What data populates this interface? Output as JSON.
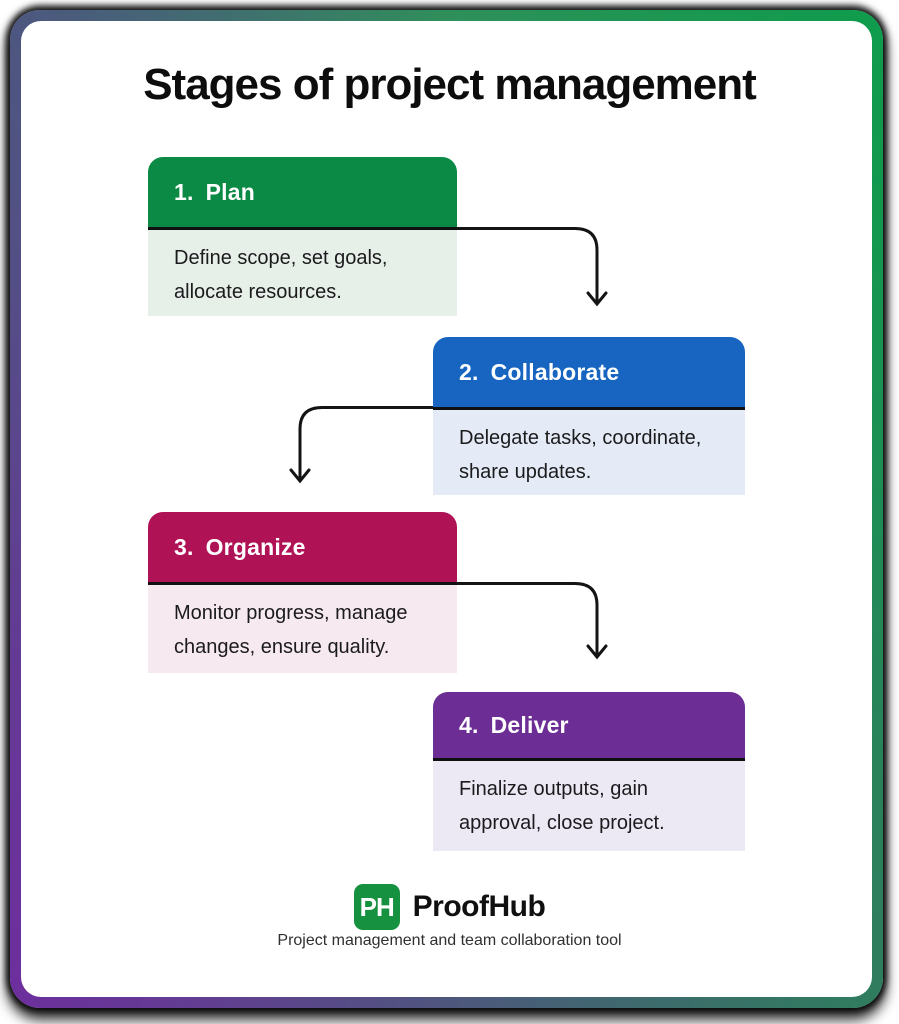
{
  "title": "Stages of project management",
  "stages": [
    {
      "number": "1.",
      "label": "Plan",
      "description": "Define scope, set goals, allocate resources.",
      "header_color": "#0A8A44",
      "body_color": "#E7EFE9"
    },
    {
      "number": "2.",
      "label": "Collaborate",
      "description": "Delegate tasks, coordinate, share updates.",
      "header_color": "#1765C1",
      "body_color": "#E4EBF6"
    },
    {
      "number": "3.",
      "label": "Organize",
      "description": "Monitor progress, manage changes, ensure quality.",
      "header_color": "#B01355",
      "body_color": "#F6E9EF"
    },
    {
      "number": "4.",
      "label": "Deliver",
      "description": "Finalize outputs, gain approval, close project.",
      "header_color": "#6C2E94",
      "body_color": "#ECE8F4"
    }
  ],
  "footer": {
    "logo_monogram": "PH",
    "logo_text": "ProofHub",
    "tagline": "Project management and team collaboration tool",
    "logo_color": "#16913F"
  },
  "frame": {
    "corner_colors": {
      "top_left": "#4D5680",
      "top_right": "#0F9C4C",
      "bottom_right": "#2F7D5E",
      "bottom_left": "#6D2F9D"
    },
    "arrow_color": "#141414"
  }
}
